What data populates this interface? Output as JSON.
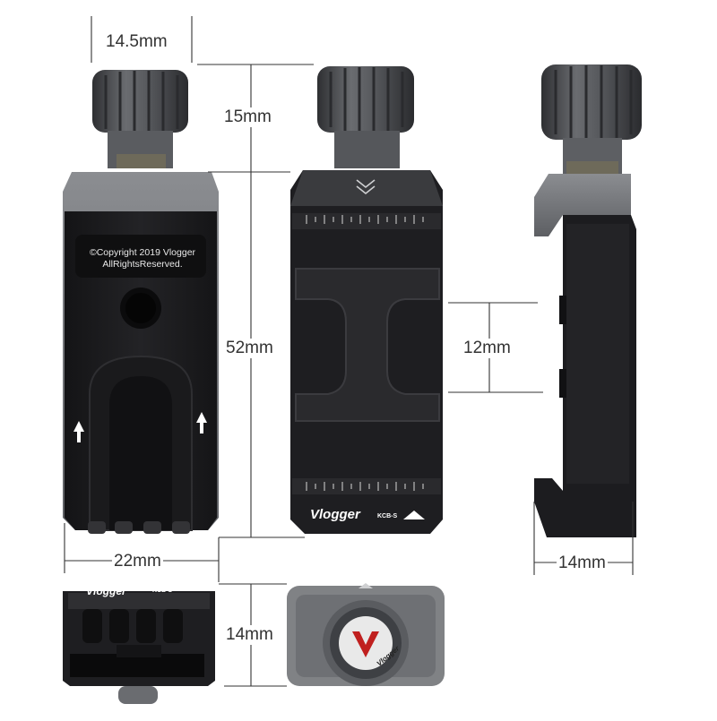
{
  "dimensions": {
    "knob_width": "14.5mm",
    "knob_height": "15mm",
    "body_length": "52mm",
    "slot_width": "12mm",
    "body_width": "22mm",
    "side_depth": "14mm",
    "end_height": "14mm"
  },
  "product": {
    "copyright_line1": "©Copyright 2019 Vlogger",
    "copyright_line2": "AllRightsReserved.",
    "brand": "Vlogger",
    "model": "KCB-S"
  },
  "colors": {
    "body": "#1c1c1e",
    "body_edge": "#2b2b2e",
    "metal": "#76787c",
    "knob": "#4a4c50",
    "line": "#333333",
    "logo_red": "#c0201f"
  }
}
